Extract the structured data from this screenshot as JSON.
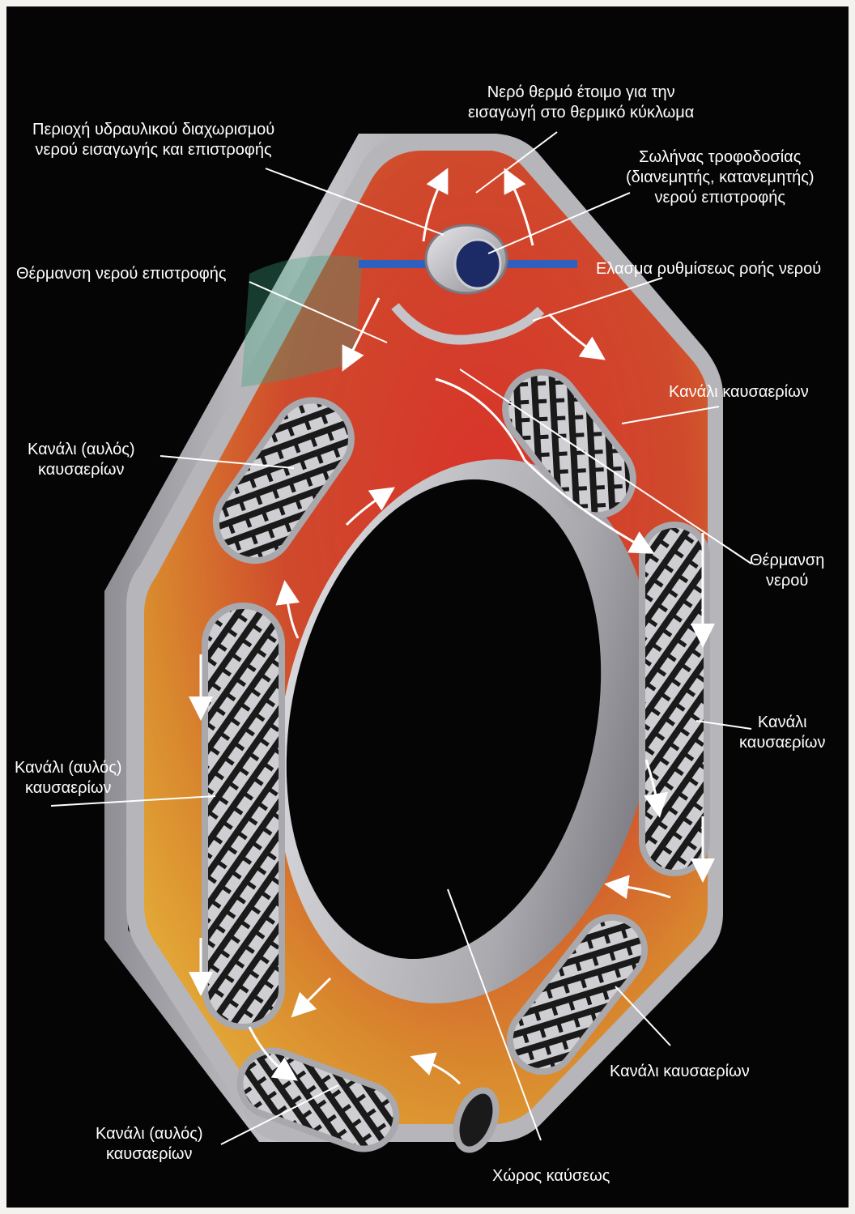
{
  "labels": {
    "hot_water": [
      "Νερό θερμό έτοιμο για την",
      "εισαγωγή στο θερμικό κύκλωμα"
    ],
    "separation_zone": [
      "Περιοχή υδραυλικού διαχωρισμού",
      "νερού εισαγωγής και επιστροφής"
    ],
    "feed_pipe": [
      "Σωλήνας τροφοδοσίας",
      "(διανεμητής, κατανεμητής)",
      "νερού επιστροφής"
    ],
    "return_heating": [
      "Θέρμανση νερού επιστροφής"
    ],
    "flow_plate": [
      "Ελασμα ρυθμίσεως ροής νερού"
    ],
    "flue_channel_top_right": [
      "Κανάλι καυσαερίων"
    ],
    "flue_duct_upper_left": [
      "Κανάλι (αυλός)",
      "καυσαερίων"
    ],
    "water_heating": [
      "Θέρμανση",
      "νερού"
    ],
    "flue_channel_right": [
      "Κανάλι",
      "καυσαερίων"
    ],
    "flue_duct_left": [
      "Κανάλι (αυλός)",
      "καυσαερίων"
    ],
    "flue_channel_bottom_right": [
      "Κανάλι καυσαερίων"
    ],
    "flue_duct_bottom_left": [
      "Κανάλι (αυλός)",
      "καυσαερίων"
    ],
    "combustion_chamber": [
      "Χώρος καύσεως"
    ]
  },
  "colors": {
    "background": "#050505",
    "frame": "#b9b9bd",
    "water_hot": "#d23a2a",
    "water_warm": "#e0a030",
    "return_pipe": "#2f5fbf",
    "arrows": "#ffffff"
  },
  "icons": [
    "flow-arrow",
    "feed-pipe-ring"
  ]
}
